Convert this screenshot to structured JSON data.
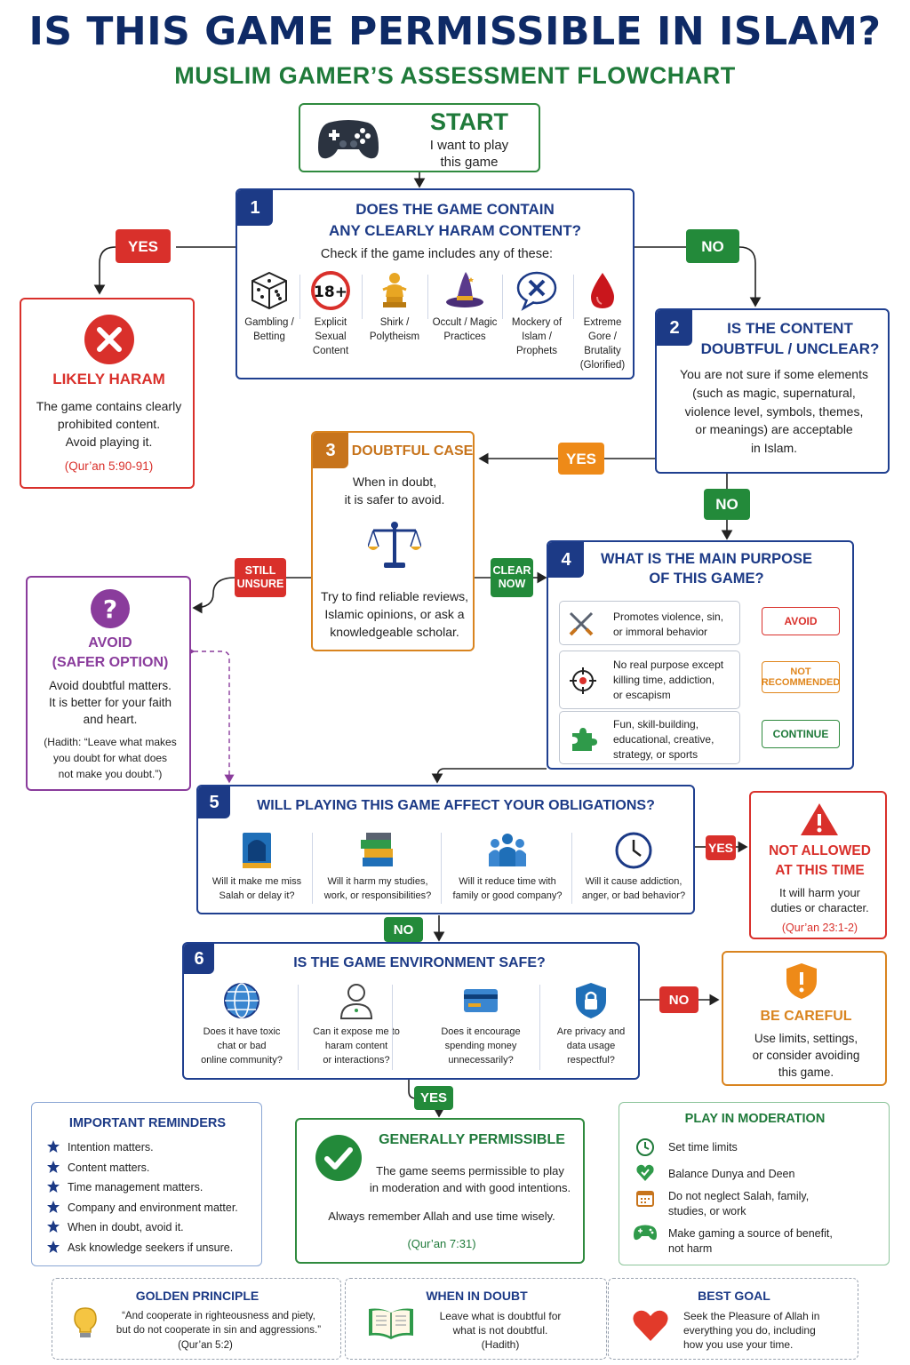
{
  "header": {
    "title": "IS THIS GAME PERMISSIBLE IN ISLAM?",
    "subtitle": "MUSLIM GAMER’S ASSESSMENT FLOWCHART"
  },
  "start": {
    "title": "START",
    "line1": "I want to play",
    "line2": "this game"
  },
  "q1": {
    "num": "1",
    "title_l1": "DOES THE GAME CONTAIN",
    "title_l2": "ANY CLEARLY HARAM CONTENT?",
    "prompt": "Check if the game includes any of these:",
    "items": [
      {
        "l1": "Gambling /",
        "l2": "Betting",
        "l3": "",
        "icon": "dice-icon"
      },
      {
        "l1": "Explicit",
        "l2": "Sexual",
        "l3": "Content",
        "icon": "18-plus-icon"
      },
      {
        "l1": "Shirk /",
        "l2": "Polytheism",
        "l3": "",
        "icon": "idol-icon"
      },
      {
        "l1": "Occult / Magic",
        "l2": "Practices",
        "l3": "",
        "icon": "witch-hat-icon"
      },
      {
        "l1": "Mockery of",
        "l2": "Islam / Prophets",
        "l3": "",
        "icon": "mockery-icon"
      },
      {
        "l1": "Extreme",
        "l2": "Gore / Brutality",
        "l3": "(Glorified)",
        "icon": "blood-drop-icon"
      }
    ]
  },
  "pills": {
    "yes": "YES",
    "no": "NO",
    "still": "STILL",
    "unsure": "UNSURE",
    "clear": "CLEAR",
    "now": "NOW"
  },
  "haram": {
    "title": "LIKELY HARAM",
    "l1": "The game contains clearly",
    "l2": "prohibited content.",
    "l3": "Avoid playing it.",
    "ref": "(Qur’an 5:90-91)"
  },
  "q2": {
    "num": "2",
    "title_l1": "IS THE CONTENT",
    "title_l2": "DOUBTFUL / UNCLEAR?",
    "l1": "You are not sure if some elements",
    "l2": "(such as magic, supernatural,",
    "l3": "violence level, symbols, themes,",
    "l4": "or meanings) are acceptable",
    "l5": "in Islam."
  },
  "q3": {
    "num": "3",
    "title": "DOUBTFUL CASE",
    "l1": "When in doubt,",
    "l2": "it is safer to avoid.",
    "l3": "Try to find reliable reviews,",
    "l4": "Islamic opinions, or ask a",
    "l5": "knowledgeable scholar."
  },
  "avoid": {
    "title_l1": "AVOID",
    "title_l2": "(SAFER OPTION)",
    "l1": "Avoid doubtful matters.",
    "l2": "It is better for your faith",
    "l3": "and heart.",
    "h1": "(Hadith: “Leave what makes",
    "h2": "you doubt for what does",
    "h3": "not make you doubt.”)"
  },
  "q4": {
    "num": "4",
    "title_l1": "WHAT IS THE MAIN PURPOSE",
    "title_l2": "OF THIS GAME?",
    "options": [
      {
        "l1": "Promotes violence, sin,",
        "l2": "or immoral behavior",
        "l3": "",
        "tag1": "AVOID",
        "tag2": ""
      },
      {
        "l1": "No real purpose except",
        "l2": "killing time, addiction,",
        "l3": "or escapism",
        "tag1": "NOT",
        "tag2": "RECOMMENDED"
      },
      {
        "l1": "Fun, skill-building,",
        "l2": "educational, creative,",
        "l3": "strategy, or sports",
        "tag1": "CONTINUE",
        "tag2": ""
      }
    ]
  },
  "q5": {
    "num": "5",
    "title": "WILL PLAYING THIS GAME AFFECT YOUR OBLIGATIONS?",
    "items": [
      {
        "l1": "Will it make me miss",
        "l2": "Salah or delay it?"
      },
      {
        "l1": "Will it harm my studies,",
        "l2": "work, or responsibilities?"
      },
      {
        "l1": "Will it reduce time with",
        "l2": "family or good company?"
      },
      {
        "l1": "Will it cause addiction,",
        "l2": "anger, or bad behavior?"
      }
    ]
  },
  "notallowed": {
    "title_l1": "NOT ALLOWED",
    "title_l2": "AT THIS TIME",
    "l1": "It will harm your",
    "l2": "duties or character.",
    "ref": "(Qur’an 23:1-2)"
  },
  "q6": {
    "num": "6",
    "title": "IS THE GAME ENVIRONMENT SAFE?",
    "items": [
      {
        "l1": "Does it have toxic",
        "l2": "chat or bad",
        "l3": "online community?"
      },
      {
        "l1": "Can it expose me to",
        "l2": "haram content",
        "l3": "or interactions?"
      },
      {
        "l1": "Does it encourage",
        "l2": "spending money",
        "l3": "unnecessarily?"
      },
      {
        "l1": "Are privacy and",
        "l2": "data usage",
        "l3": "respectful?"
      }
    ]
  },
  "careful": {
    "title": "BE CAREFUL",
    "l1": "Use limits, settings,",
    "l2": "or consider avoiding",
    "l3": "this game."
  },
  "reminders": {
    "title": "IMPORTANT REMINDERS",
    "items": [
      "Intention matters.",
      "Content matters.",
      "Time management matters.",
      "Company and environment matter.",
      "When in doubt, avoid it.",
      "Ask knowledge seekers if unsure."
    ]
  },
  "permissible": {
    "title": "GENERALLY PERMISSIBLE",
    "l1": "The game seems permissible to play",
    "l2": "in moderation and with good intentions.",
    "l3": "Always remember Allah and use time wisely.",
    "ref": "(Qur’an 7:31)"
  },
  "moderation": {
    "title": "PLAY IN MODERATION",
    "items": [
      {
        "l1": "Set time limits",
        "l2": ""
      },
      {
        "l1": "Balance Dunya and Deen",
        "l2": ""
      },
      {
        "l1": "Do not neglect Salah, family,",
        "l2": "studies, or work"
      },
      {
        "l1": "Make gaming a source of benefit,",
        "l2": "not harm"
      }
    ]
  },
  "golden": {
    "title": "GOLDEN PRINCIPLE",
    "l1": "“And cooperate in righteousness and piety,",
    "l2": "but do not cooperate in sin and aggressions.”",
    "ref": "(Qur’an 5:2)"
  },
  "doubt": {
    "title": "WHEN IN DOUBT",
    "l1": "Leave what is doubtful for",
    "l2": "what is not doubtful.",
    "ref": "(Hadith)"
  },
  "goal": {
    "title": "BEST GOAL",
    "l1": "Seek the Pleasure of Allah in",
    "l2": "everything you do, including",
    "l3": "how you use your time."
  },
  "colors": {
    "navy": "#0e2a66",
    "green": "#1f7a3a",
    "red": "#d9302b",
    "orange": "#e0861c",
    "purple": "#8a3c9c"
  }
}
